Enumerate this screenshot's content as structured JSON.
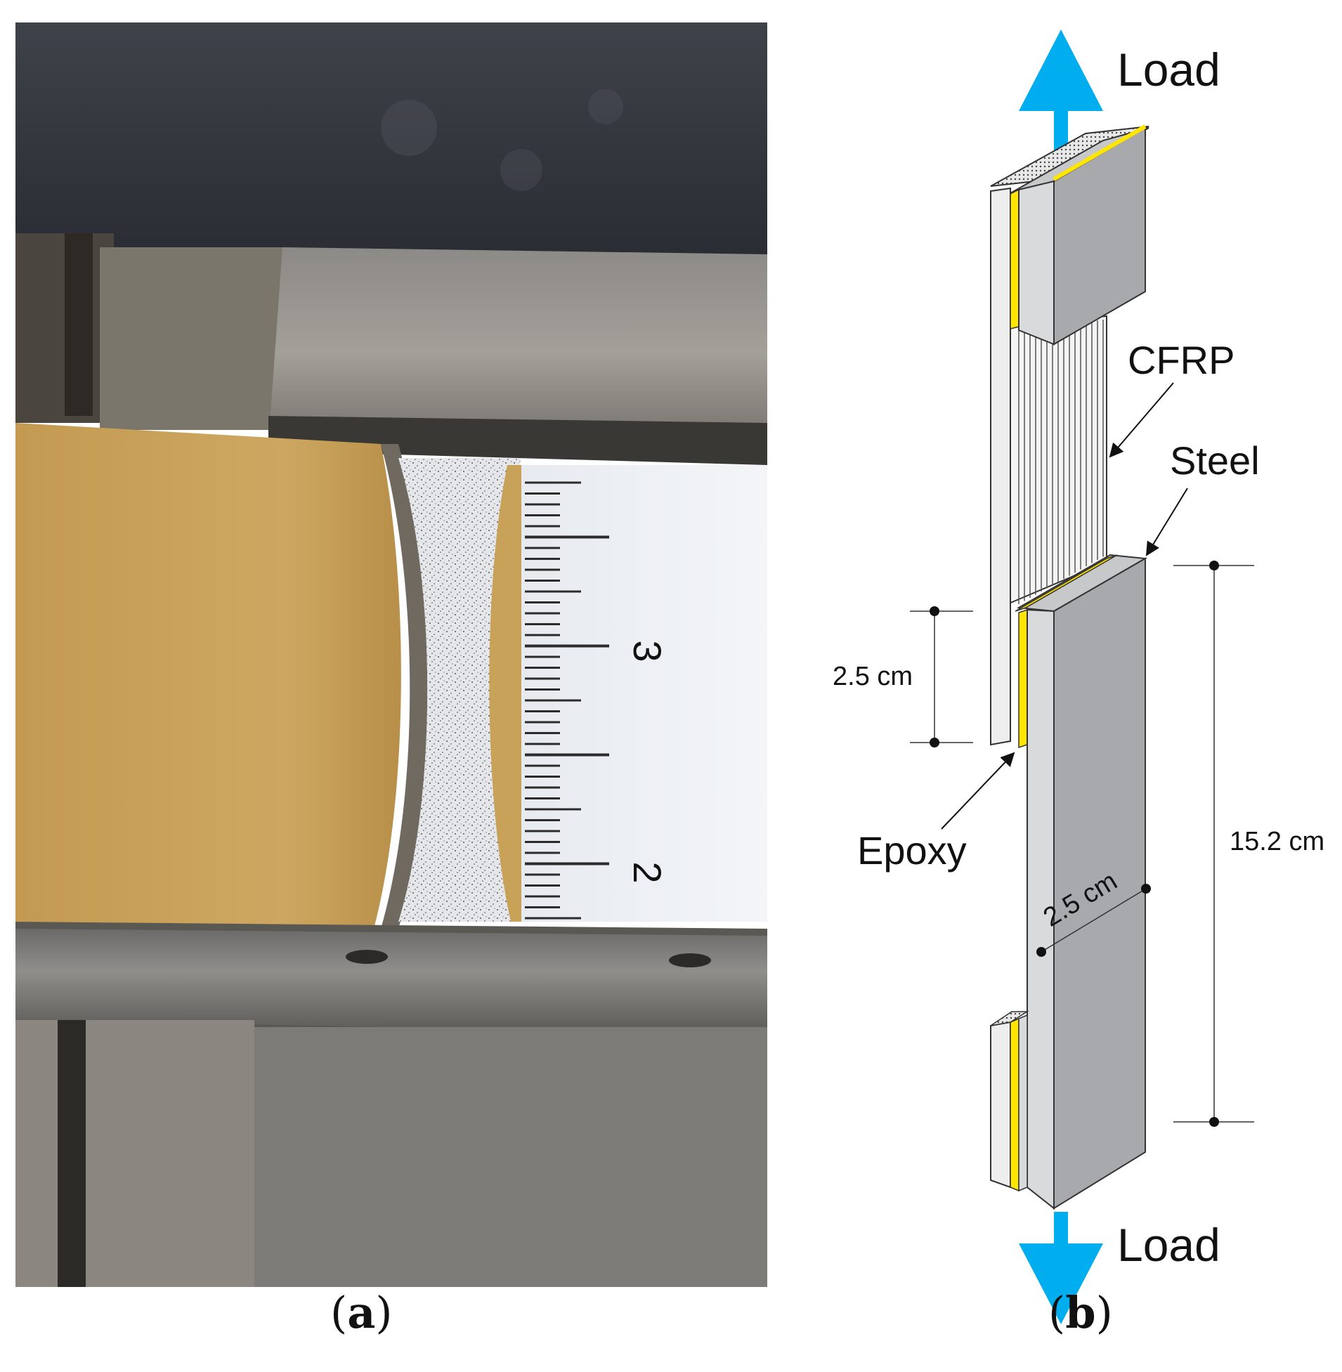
{
  "panel_a": {
    "caption_open": "(",
    "caption_letter": "a",
    "caption_close": ")",
    "ruler_labels": [
      "3",
      "2"
    ]
  },
  "panel_b": {
    "caption_open": "(",
    "caption_letter": "b",
    "caption_close": ")",
    "load_top": "Load",
    "load_bottom": "Load",
    "cfrp": "CFRP",
    "steel": "Steel",
    "epoxy": "Epoxy",
    "overlap_dim": "2.5 cm",
    "width_dim": "2.5 cm",
    "length_dim": "15.2 cm"
  },
  "colors": {
    "load_arrow": "#00aeef",
    "epoxy": "#ffe600",
    "steel_face": "#a7a9ac",
    "steel_side": "#d9dadb",
    "steel_top": "#c7c8ca",
    "coupon_tan": "#c8a05a"
  }
}
